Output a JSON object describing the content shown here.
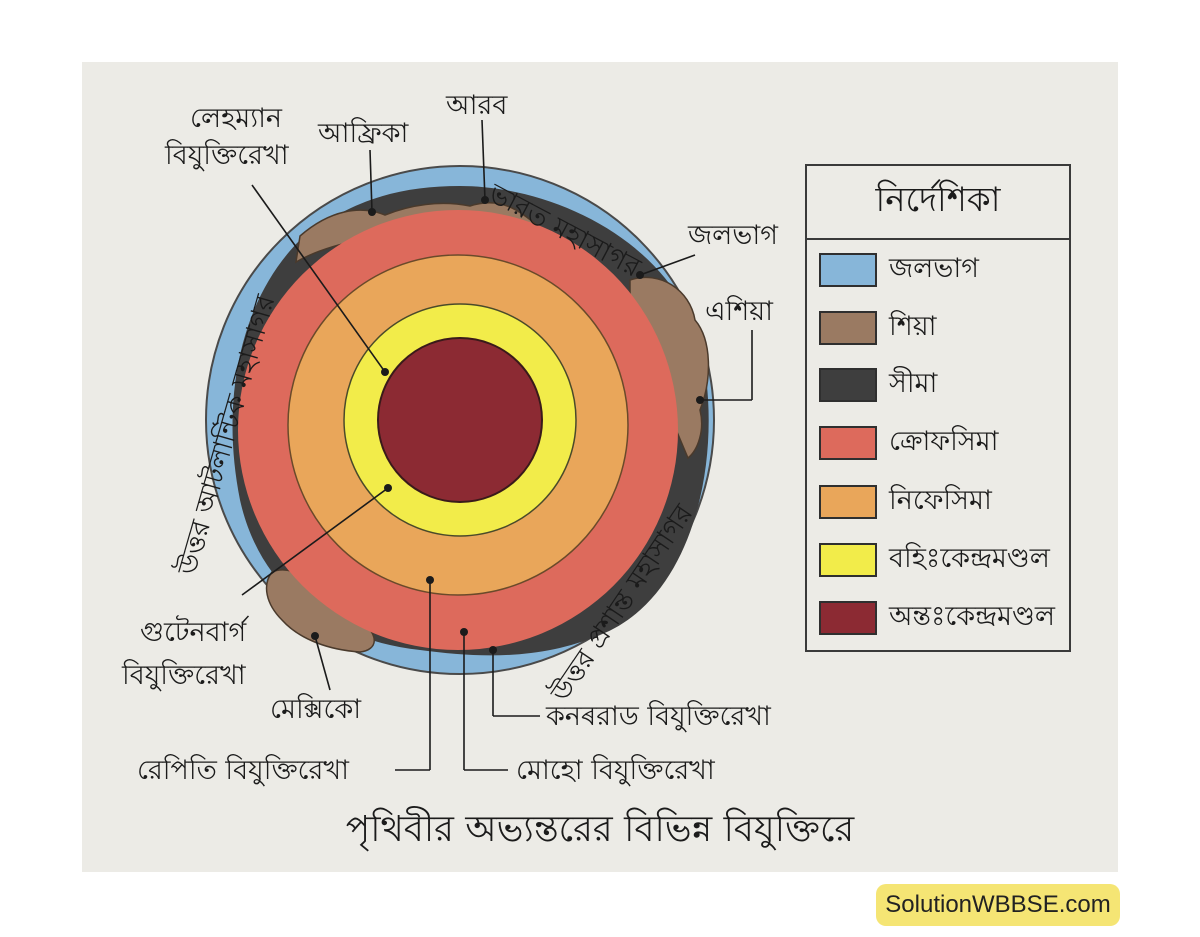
{
  "title": "পৃথিবীর অভ্যন্তরের বিভিন্ন বিযুক্তিরে",
  "watermark": "SolutionWBBSE.com",
  "legend": {
    "title": "নির্দেশিকা",
    "items": [
      {
        "label": "জলভাগ",
        "color": "#87b6d9"
      },
      {
        "label": "শিয়া",
        "color": "#9a7a62"
      },
      {
        "label": "সীমা",
        "color": "#3e3e3e"
      },
      {
        "label": "ক্রোফসিমা",
        "color": "#dd6a5c"
      },
      {
        "label": "নিফেসিমা",
        "color": "#e9a65a"
      },
      {
        "label": "বহিঃকেন্দ্রমণ্ডল",
        "color": "#f2ec4a"
      },
      {
        "label": "অন্তঃকেন্দ্রমণ্ডল",
        "color": "#8c2a33"
      }
    ]
  },
  "labels": {
    "lehmann_1": "লেহম্যান",
    "lehmann_2": "বিযুক্তিরেখা",
    "africa": "আফ্রিকা",
    "arab": "আরব",
    "indian_ocean": "ভারত মহাসাগর",
    "water": "জলভাগ",
    "asia": "এশিয়া",
    "north_atlantic": "উত্তর আটলান্টিক মহাসাগর",
    "north_pacific": "উত্তর প্রশান্ত মহাসাগর",
    "gutenberg_1": "গুটেনবার্গ",
    "gutenberg_2": "বিযুক্তিরেখা",
    "mexico": "মেক্সিকো",
    "conrad": "কনৰরাড বিযুক্তিরেখা",
    "repiti": "রেপিতি বিযুক্তিরেখা",
    "moho": "মোহো বিযুক্তিরেখা"
  }
}
